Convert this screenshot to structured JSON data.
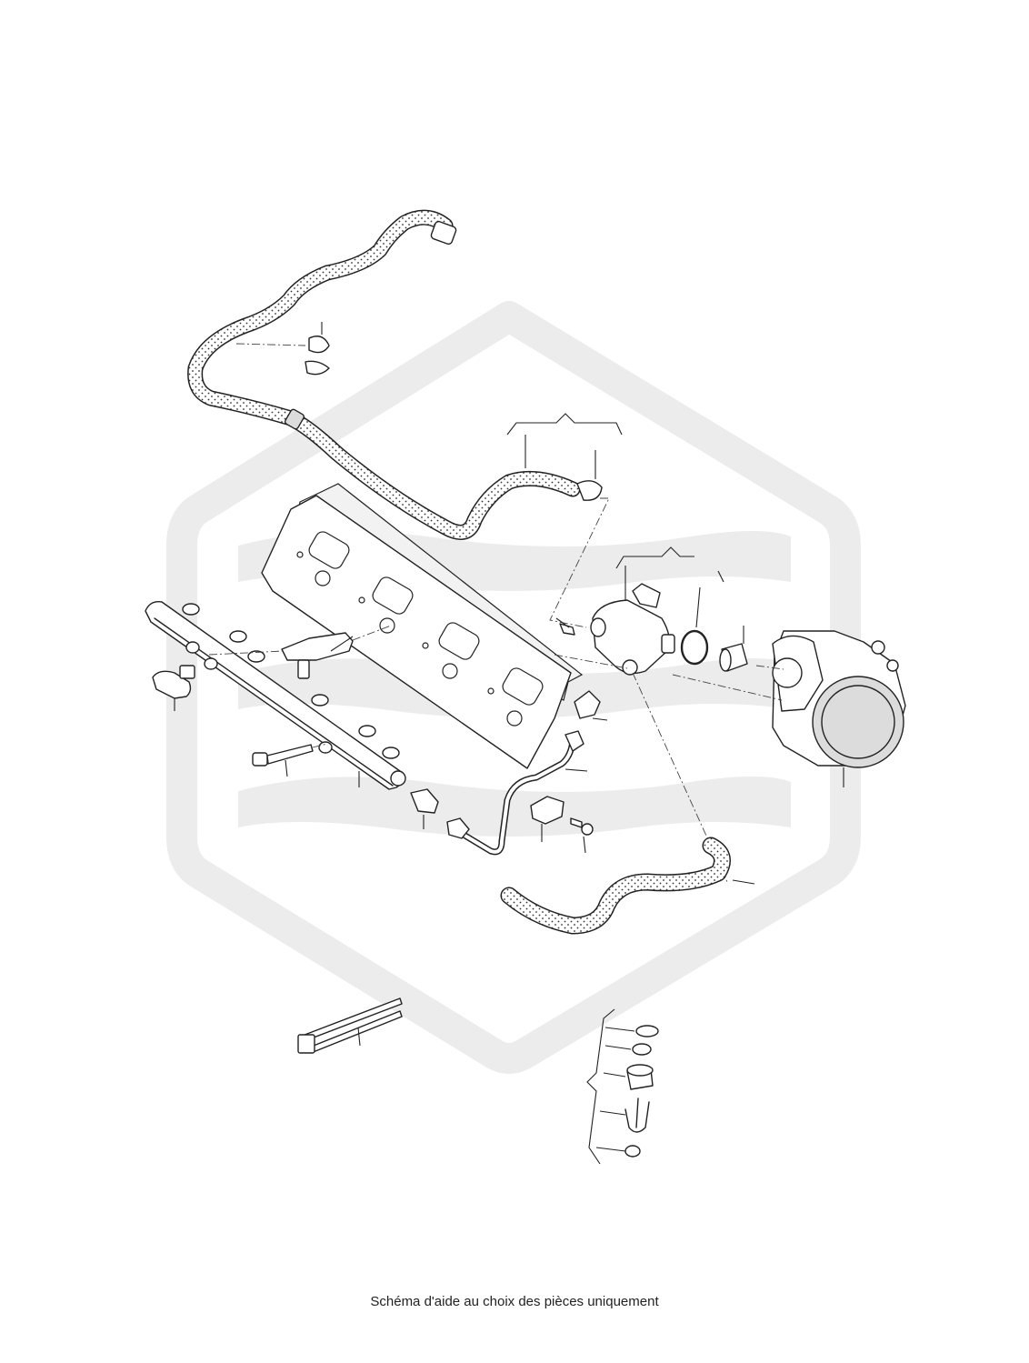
{
  "caption": "Schéma d'aide au choix des pièces uniquement",
  "colors": {
    "watermark": "#ececec",
    "outline": "#222222",
    "background": "#ffffff"
  },
  "parts": [
    "upper-fuel-hose",
    "hose-clamp-upper",
    "short-hose",
    "hose-clip",
    "cylinder-head-gasket",
    "fuel-rail",
    "pressure-sensor",
    "injector",
    "high-pressure-pump",
    "o-ring",
    "pump-sleeve",
    "vacuum-pump",
    "rail-bolt",
    "fuel-line-fitting",
    "fuel-line",
    "line-bracket",
    "bracket-screw",
    "lower-fuel-hose",
    "cable-tie",
    "seal-kit-ring-1",
    "seal-kit-ring-2",
    "seal-kit-sleeve",
    "seal-kit-clip",
    "seal-kit-cap"
  ]
}
